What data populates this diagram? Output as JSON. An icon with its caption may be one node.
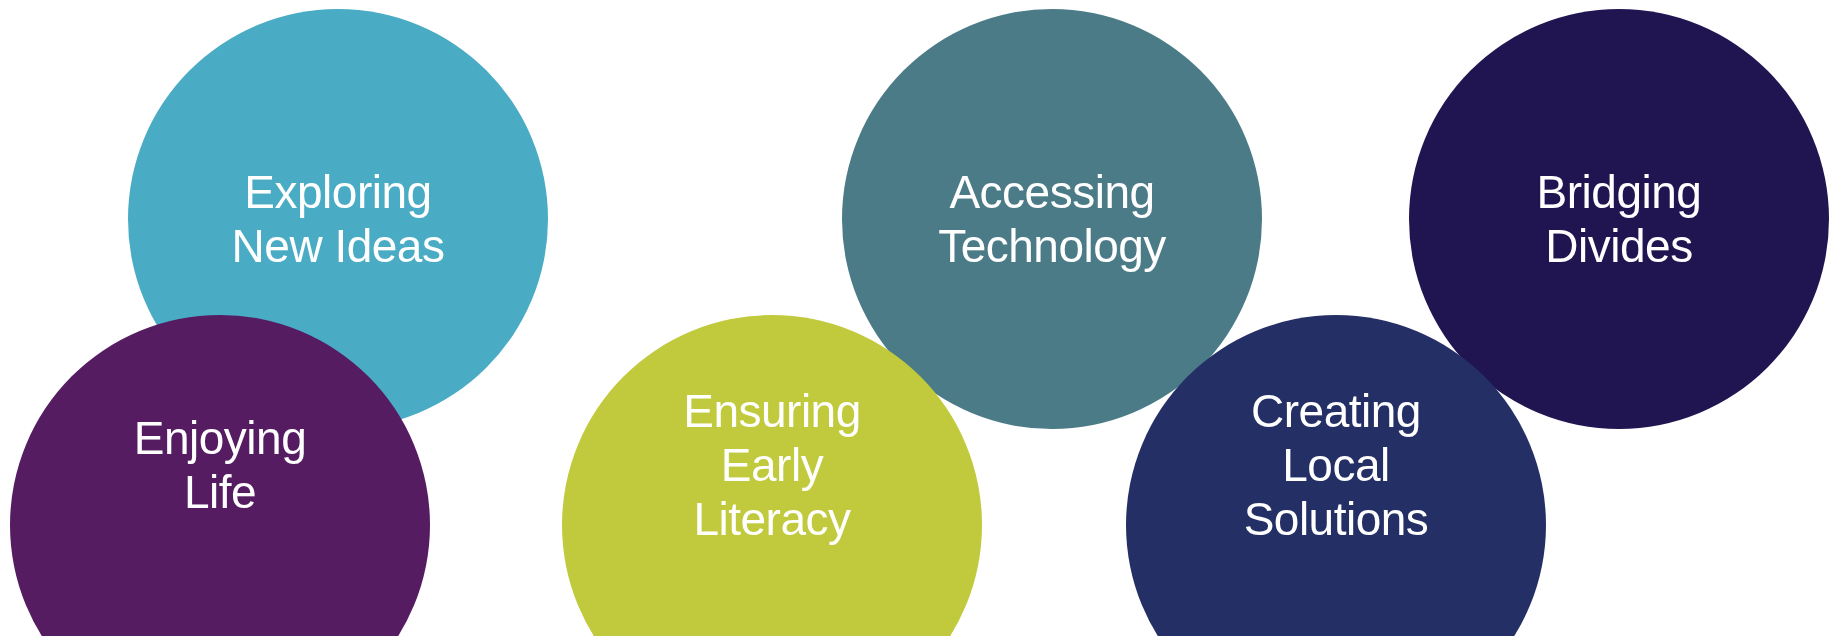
{
  "diagram": {
    "nodes": [
      {
        "text": [
          "Enjoying Life"
        ]
      },
      {
        "text": [
          "Exploring New Ideas"
        ]
      },
      {
        "text": [
          "Ensuring Early Literacy"
        ]
      },
      {
        "text": [
          "Accessing Technology"
        ]
      },
      {
        "text": [
          "Creating Local Solutions"
        ]
      },
      {
        "text": [
          "Bridging Divides"
        ]
      }
    ]
  }
}
